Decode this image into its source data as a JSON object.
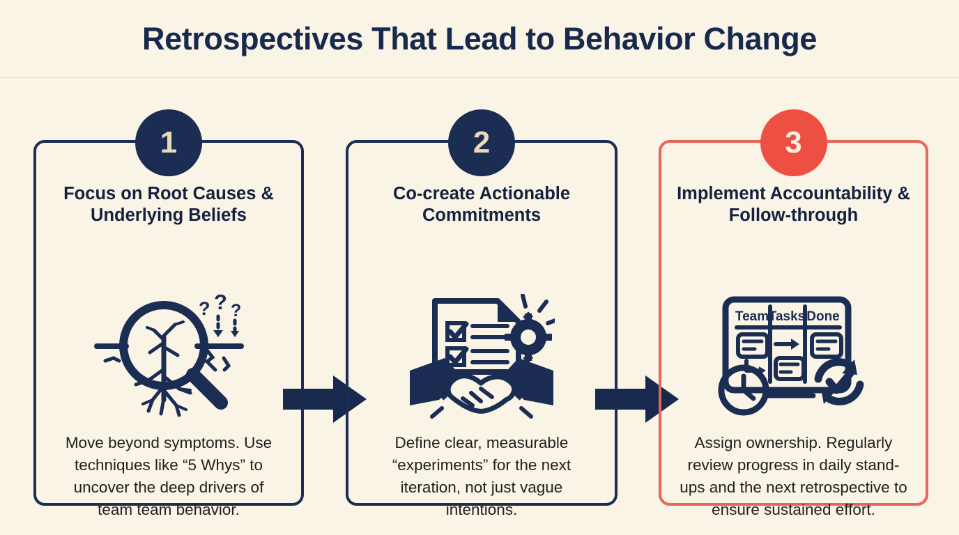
{
  "header": {
    "title": "Retrospectives That Lead to Behavior Change"
  },
  "colors": {
    "background": "#faf4e6",
    "navy": "#1b2d52",
    "title_navy": "#14213f",
    "accent_red": "#ee4f43",
    "accent_red_border": "#e8655a",
    "badge_numeral_cream": "#e9d9b6",
    "body_text": "#20201e",
    "divider": "#e5ddc9"
  },
  "cards": [
    {
      "number": "1",
      "title": "Focus on Root Causes & Underlying Beliefs",
      "body": "Move beyond symptoms. Use techniques like “5 Whys” to uncover the deep drivers of team team behavior.",
      "icon_name": "magnifying-glass-roots-icon",
      "accent": false
    },
    {
      "number": "2",
      "title": "Co-create Actionable Commitments",
      "body": "Define clear, measurable “experiments” for the next iteration, not just vague intentions.",
      "icon_name": "handshake-checklist-gear-icon",
      "accent": false
    },
    {
      "number": "3",
      "title": "Implement Accountability & Follow-through",
      "body": "Assign ownership. Regularly review progress in daily stand-ups and the next retrospective to ensure sustained effort.",
      "icon_name": "kanban-board-clock-refresh-icon",
      "accent": true
    }
  ],
  "kanban_icon": {
    "columns": [
      "Team",
      "Tasks",
      "Done"
    ]
  },
  "connectors": [
    {
      "name": "arrow-right-icon"
    },
    {
      "name": "arrow-right-icon"
    }
  ]
}
